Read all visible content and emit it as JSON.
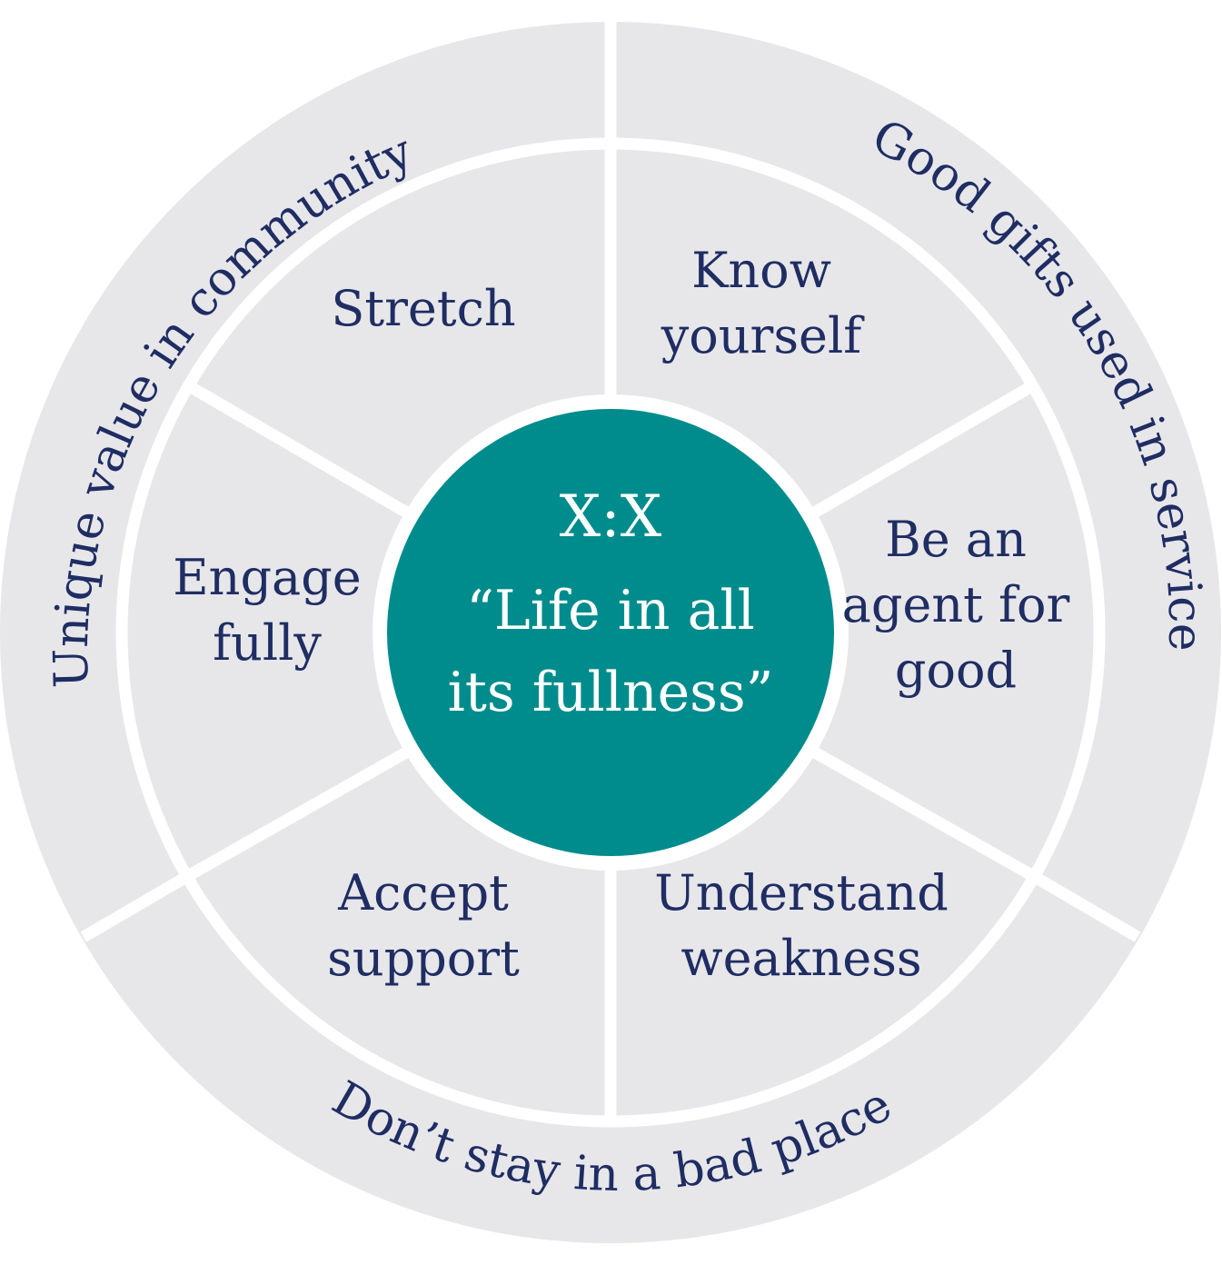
{
  "colors": {
    "segment_fill": "#e7e7ea",
    "hub_fill": "#008c8c",
    "text_dark": "#1f2d63",
    "text_light": "#ffffff",
    "divider": "#ffffff"
  },
  "hub": {
    "title": "X:X",
    "quote_lines": [
      "“Life in all",
      "its fullness”"
    ]
  },
  "inner_segments": [
    {
      "key": "stretch",
      "lines": [
        "Stretch"
      ]
    },
    {
      "key": "know-yourself",
      "lines": [
        "Know",
        "yourself"
      ]
    },
    {
      "key": "agent-for-good",
      "lines": [
        "Be an",
        "agent for",
        "good"
      ]
    },
    {
      "key": "understand-weakness",
      "lines": [
        "Understand",
        "weakness"
      ]
    },
    {
      "key": "accept-support",
      "lines": [
        "Accept",
        "support"
      ]
    },
    {
      "key": "engage-fully",
      "lines": [
        "Engage",
        "fully"
      ]
    }
  ],
  "outer_segments": [
    {
      "key": "unique-value",
      "text": "Unique value in community"
    },
    {
      "key": "good-gifts",
      "text": "Good gifts used in service"
    },
    {
      "key": "bad-place",
      "text": "Don’t stay in a bad place"
    }
  ]
}
